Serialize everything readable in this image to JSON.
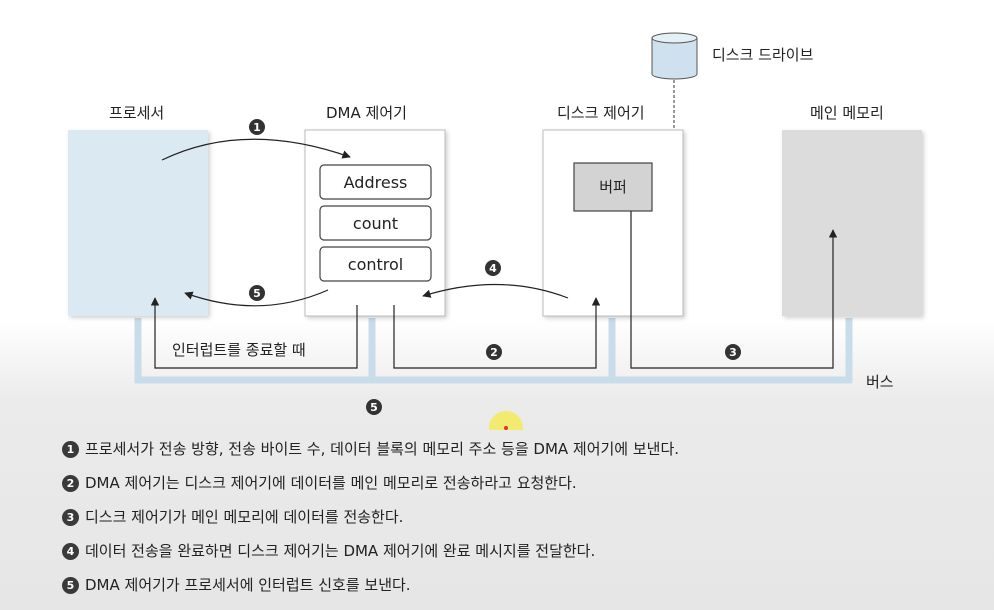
{
  "labels": {
    "processor": "프로세서",
    "dma_controller": "DMA 제어기",
    "disk_controller": "디스크 제어기",
    "main_memory": "메인 메모리",
    "disk_drive": "디스크 드라이브",
    "buffer": "버퍼",
    "bus": "버스",
    "interrupt_end": "인터럽트를 종료할 때"
  },
  "registers": [
    "Address",
    "count",
    "control"
  ],
  "markers": {
    "m1": "1",
    "m2": "2",
    "m3": "3",
    "m4": "4",
    "m5a": "5",
    "m5b": "5"
  },
  "steps": [
    {
      "num": "1",
      "text": "프로세서가 전송 방향, 전송 바이트 수, 데이터 블록의 메모리 주소 등을 DMA 제어기에 보낸다."
    },
    {
      "num": "2",
      "text": "DMA 제어기는 디스크 제어기에 데이터를 메인 메모리로 전송하라고 요청한다."
    },
    {
      "num": "3",
      "text": "디스크 제어기가 메인 메모리에 데이터를 전송한다."
    },
    {
      "num": "4",
      "text": "데이터 전송을 완료하면 디스크 제어기는 DMA 제어기에 완료 메시지를 전달한다."
    },
    {
      "num": "5",
      "text": "DMA 제어기가 프로세서에 인터럽트 신호를 보낸다."
    }
  ],
  "colors": {
    "processor_fill": "#dbe9f3",
    "memory_fill": "#dcdcdc",
    "bus_color": "#c9dce9",
    "buffer_fill": "#d3d3d3",
    "disk_fill": "#cfe1ee",
    "cursor_highlight": "#f4ea5a"
  }
}
